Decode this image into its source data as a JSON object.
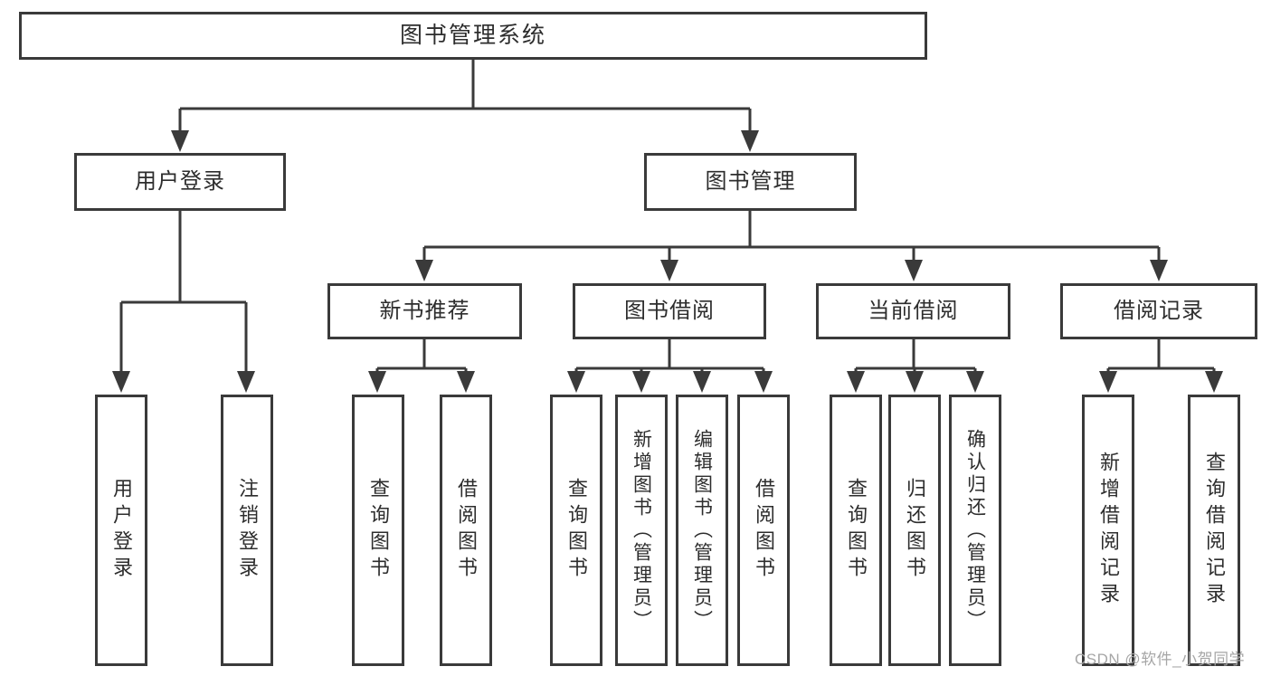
{
  "diagram": {
    "type": "tree-structure-chart",
    "colors": {
      "line": "#3a3a3a",
      "box_border": "#3a3a3a",
      "text": "#2d2d2d",
      "watermark": "#a6a6a6",
      "background": "#ffffff"
    },
    "nodes": {
      "root": "图书管理系统",
      "user_login": "用户登录",
      "book_management": "图书管理",
      "new_book_recommend": "新书推荐",
      "book_borrowing": "图书借阅",
      "current_borrowing": "当前借阅",
      "borrowing_records": "借阅记录",
      "leaf_user_login": "用户登录",
      "leaf_logout": "注销登录",
      "leaf_query_books_1": "查询图书",
      "leaf_borrow_books_1": "借阅图书",
      "leaf_query_books_2": "查询图书",
      "leaf_add_book_admin": "新增图书（管理员）",
      "leaf_edit_book_admin": "编辑图书（管理员）",
      "leaf_borrow_books_2": "借阅图书",
      "leaf_query_books_3": "查询图书",
      "leaf_return_books": "归还图书",
      "leaf_confirm_return_admin": "确认归还（管理员）",
      "leaf_add_borrow_record": "新增借阅记录",
      "leaf_query_borrow_record": "查询借阅记录"
    },
    "edges": [
      {
        "from": "root",
        "to": "user_login"
      },
      {
        "from": "root",
        "to": "book_management"
      },
      {
        "from": "user_login",
        "to": "leaf_user_login"
      },
      {
        "from": "user_login",
        "to": "leaf_logout"
      },
      {
        "from": "book_management",
        "to": "new_book_recommend"
      },
      {
        "from": "book_management",
        "to": "book_borrowing"
      },
      {
        "from": "book_management",
        "to": "current_borrowing"
      },
      {
        "from": "book_management",
        "to": "borrowing_records"
      },
      {
        "from": "new_book_recommend",
        "to": "leaf_query_books_1"
      },
      {
        "from": "new_book_recommend",
        "to": "leaf_borrow_books_1"
      },
      {
        "from": "book_borrowing",
        "to": "leaf_query_books_2"
      },
      {
        "from": "book_borrowing",
        "to": "leaf_add_book_admin"
      },
      {
        "from": "book_borrowing",
        "to": "leaf_edit_book_admin"
      },
      {
        "from": "book_borrowing",
        "to": "leaf_borrow_books_2"
      },
      {
        "from": "current_borrowing",
        "to": "leaf_query_books_3"
      },
      {
        "from": "current_borrowing",
        "to": "leaf_return_books"
      },
      {
        "from": "current_borrowing",
        "to": "leaf_confirm_return_admin"
      },
      {
        "from": "borrowing_records",
        "to": "leaf_add_borrow_record"
      },
      {
        "from": "borrowing_records",
        "to": "leaf_query_borrow_record"
      }
    ]
  },
  "watermark": "CSDN @软件_小贺同学"
}
